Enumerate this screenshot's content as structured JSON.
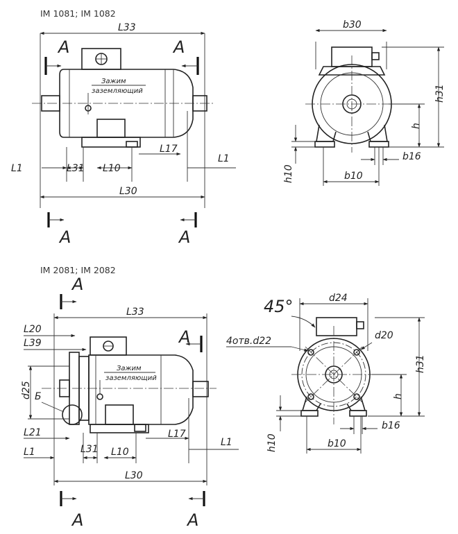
{
  "views": {
    "top_title": "IM 1081; IM 1082",
    "bottom_title": "IM 2081; IM 2082"
  },
  "labels": {
    "L33": "L33",
    "L30": "L30",
    "L31": "L31",
    "L10": "L10",
    "L17": "L17",
    "L1": "L1",
    "L20": "L20",
    "L39": "L39",
    "L21": "L21",
    "d25": "d25",
    "b30": "b30",
    "h31": "h31",
    "h": "h",
    "h10": "h10",
    "b10": "b10",
    "b16": "b16",
    "d24": "d24",
    "d20": "d20",
    "angle": "45°",
    "holes": "4отв.d22",
    "detail": "Б",
    "section": "A",
    "ground_line1": "Зажим",
    "ground_line2": "заземляющий"
  }
}
